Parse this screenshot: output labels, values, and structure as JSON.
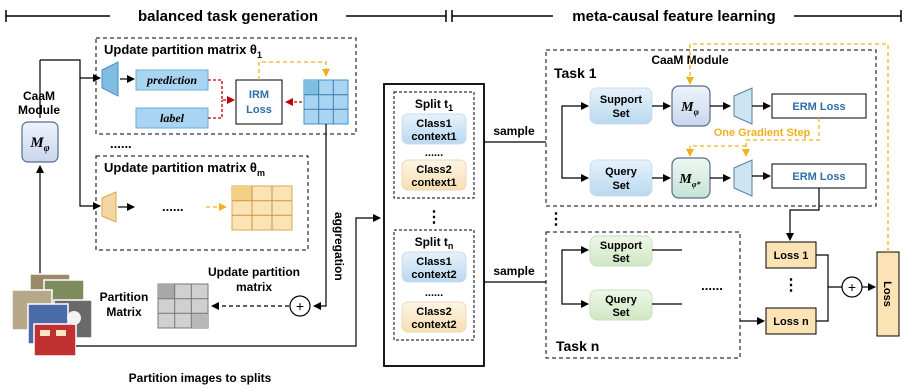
{
  "headers": {
    "left": "balanced task generation",
    "right": "meta-causal feature learning"
  },
  "caam_module_left": {
    "line1": "CaaM",
    "line2": "Module",
    "symbol": "M",
    "sub": "φ"
  },
  "update_block_1": {
    "title": "Update partition matrix θ",
    "title_sub": "1",
    "prediction": "prediction",
    "label": "label",
    "irm_line1": "IRM",
    "irm_line2": "Loss"
  },
  "update_dots": "......",
  "update_block_m": {
    "title": "Update partition matrix θ",
    "title_sub": "m",
    "middle_dots": "......"
  },
  "aggregation": "aggregation",
  "update_partition": {
    "line1": "Update partition",
    "line2": "matrix"
  },
  "partition_matrix": {
    "line1": "Partition",
    "line2": "Matrix"
  },
  "plus": "+",
  "partition_images": "Partition images to splits",
  "split_1": {
    "title": "Split t",
    "sub": "1",
    "c1": "Class1",
    "c1ctx": "context1",
    "mid": "......",
    "c2": "Class2",
    "c2ctx": "context1"
  },
  "split_vdots": "⋮",
  "split_n": {
    "title": "Split t",
    "sub": "n",
    "c1": "Class1",
    "c1ctx": "context2",
    "mid": "......",
    "c2": "Class2",
    "c2ctx": "context2"
  },
  "sample": "sample",
  "task1": {
    "title": "Task 1",
    "caam": "CaaM Module",
    "support_l1": "Support",
    "support_l2": "Set",
    "query_l1": "Query",
    "query_l2": "Set",
    "m": "M",
    "m_sub": "φ",
    "m2": "M",
    "m2_sub": "φ*",
    "erm1": "ERM Loss",
    "erm2": "ERM Loss",
    "gradient": "One Gradient Step"
  },
  "task_vdots": "⋮",
  "taskn": {
    "title": "Task n",
    "support_l1": "Support",
    "support_l2": "Set",
    "query_l1": "Query",
    "query_l2": "Set",
    "dots": "......"
  },
  "losses": {
    "loss1": "Loss 1",
    "lossn": "Loss n",
    "vdots": "⋮",
    "total": "Loss"
  },
  "colors": {
    "blue_fill": "#bfe0f5",
    "blue_dark": "#6baed6",
    "orange_fill": "#f5deb3",
    "orange_dark": "#f0b830",
    "green_fill": "#d9ecd0",
    "yellow_fill": "#fbe9b8",
    "red_arrow": "#c00000",
    "gold_arrow": "#f0b020",
    "loss_text": "#2e6ea6"
  }
}
